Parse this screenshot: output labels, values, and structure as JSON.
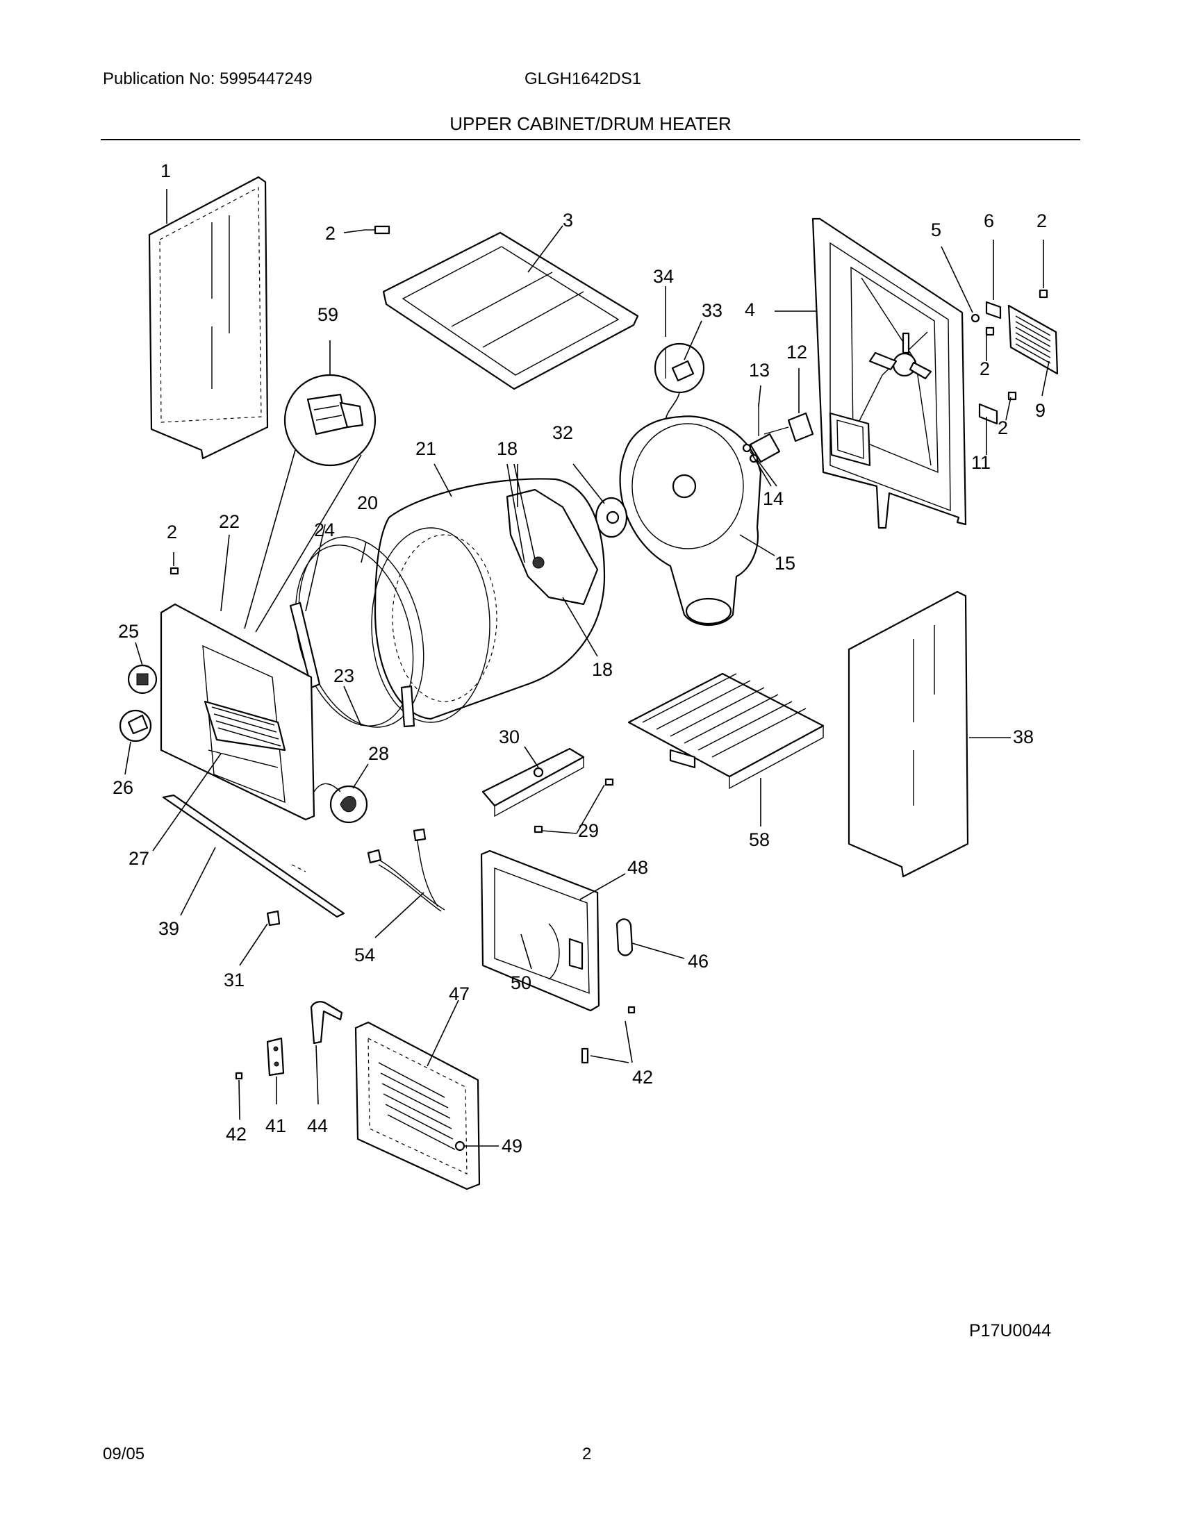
{
  "header": {
    "publication": "Publication No: 5995447249",
    "model": "GLGH1642DS1",
    "section_title": "UPPER CABINET/DRUM HEATER"
  },
  "diagram_code": "P17U0044",
  "footer": {
    "date": "09/05",
    "page": "2"
  },
  "callouts": {
    "c1": "1",
    "c2a": "2",
    "c3": "3",
    "c34": "34",
    "c33": "33",
    "c4": "4",
    "c5": "5",
    "c6": "6",
    "c2b": "2",
    "c2c": "2",
    "c9": "9",
    "c2d": "2",
    "c11": "11",
    "c59": "59",
    "c13": "13",
    "c12": "12",
    "c14": "14",
    "c21": "21",
    "c18a": "18",
    "c32": "32",
    "c15": "15",
    "c18b": "18",
    "c2e": "2",
    "c22": "22",
    "c24": "24",
    "c20": "20",
    "c25": "25",
    "c26": "26",
    "c23": "23",
    "c28": "28",
    "c27": "27",
    "c30": "30",
    "c29": "29",
    "c58": "58",
    "c38": "38",
    "c39": "39",
    "c31": "31",
    "c54": "54",
    "c48": "48",
    "c46": "46",
    "c50": "50",
    "c47": "47",
    "c42a": "42",
    "c42b": "42",
    "c41": "41",
    "c44": "44",
    "c49": "49"
  }
}
